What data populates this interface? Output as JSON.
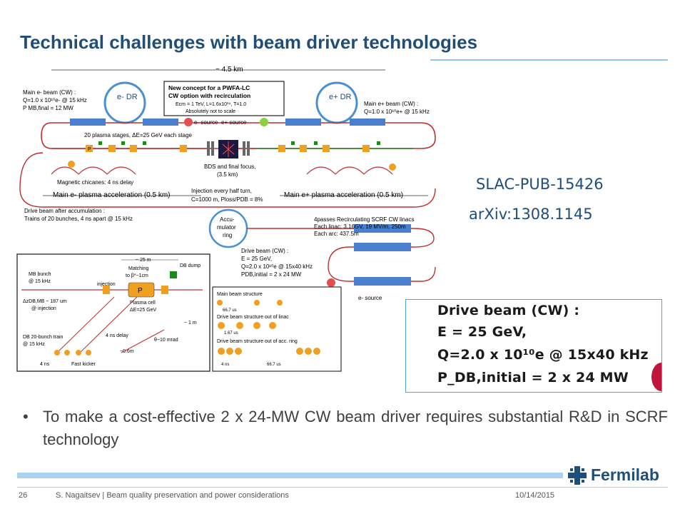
{
  "slide": {
    "title": "Technical challenges with beam driver technologies",
    "reference_1": "SLAC-PUB-15426",
    "reference_2": "arXiv:1308.1145",
    "bullet": "To make a cost-effective 2 x 24-MW CW beam driver requires substantial R&D in SCRF technology",
    "footer": {
      "page": "26",
      "author_title": "S. Nagaitsev | Beam quality preservation and power considerations",
      "date": "10/14/2015",
      "logo_text": "Fermilab"
    }
  },
  "inset": {
    "lines": [
      "Drive beam (CW) :",
      "E = 25 GeV,",
      "Q=2.0 x 10¹⁰e @ 15x40 kHz",
      "P_DB,initial = 2 x 24 MW"
    ]
  },
  "diagram": {
    "length": "~ 4.5 km",
    "e_dr": "e- DR",
    "p_dr": "e+ DR",
    "new_concept": "New concept for a PWFA-LC",
    "cw_option": "CW option with recirculation",
    "ecm": "Ecm = 1 TeV, L=1.6x10³⁴, T=1.0",
    "not_scale": "Absolutely not to scale",
    "main_e_beam": "Main e- beam (CW) :",
    "main_e_q": "Q=1.0 x 10¹⁰e- @ 15 kHz",
    "main_e_p": "P MB,final = 12 MW",
    "main_p_beam": "Main e+ beam (CW) :",
    "main_p_q": "Q=1.0 x 10¹⁰e+ @ 15 kHz",
    "e_source": "e- source",
    "p_source": "e+ source",
    "plasma_stages": "20 plasma stages, ΔE=25 GeV each stage",
    "bds": "BDS and final focus,",
    "bds_len": "(3.5 km)",
    "chicanes": "Magnetic chicanes: 4 ns delay",
    "main_e_accel": "Main e- plasma acceleration (0.5 km)",
    "main_p_accel": "Main e+ plasma acceleration (0.5 km)",
    "injection": "Injection every half turn,",
    "injection_c": "C=1000 m, Ploss/PDB = 8%",
    "drive_after": "Drive beam after accumulation :",
    "trains": "Trains of 20 bunches, 4 ns apart @ 15 kHz",
    "accumulator_1": "Accu-",
    "accumulator_2": "mulator",
    "accumulator_3": "ring",
    "passes": "4passes Recirculating SCRF CW linacs",
    "linac": "Each linac: 3.16GV, 19 MV/m, 250m",
    "arc": "Each arc: 437.5m",
    "drive_cw": "Drive beam (CW) :",
    "drive_e": "E = 25 GeV,",
    "drive_q": "Q=2.0 x 10¹⁰e @ 15x40 kHz",
    "drive_p": "PDB,initial = 2 x 24 MW",
    "e_source_bottom": "e- source",
    "sub_25m": "~ 25 m",
    "matching": "Matching",
    "beta": "to β*~1cm",
    "db_dump": "DB dump",
    "mb_bunch": "MB bunch",
    "mb_rate": "@ 15 kHz",
    "injection_label": "injection",
    "plasma_p": "P",
    "plasma_cell": "Plasma cell",
    "plasma_de": "ΔE=25 GeV",
    "dz": "ΔzDB,MB ~ 187 um",
    "at_injection": "@ injection",
    "sub_1m": "~ 1 m",
    "db_train": "DB 20-bunch train",
    "db_rate": "@ 15 kHz",
    "delay_4ns": "4 ns delay",
    "theta": "θ~10 mrad",
    "sub_06m": "~0.6m",
    "four_ns": "4 ns",
    "fast_kicker": "Fast kicker",
    "main_structure": "Main beam structure",
    "main_66": "66.7 us",
    "drive_linac": "Drive beam structure out of linac",
    "linac_167": "1.67 us",
    "drive_acc": "Drive beam structure out of acc. ring",
    "acc_4ns": "4 ns",
    "acc_667": "66.7 us",
    "stage_p": "P"
  }
}
